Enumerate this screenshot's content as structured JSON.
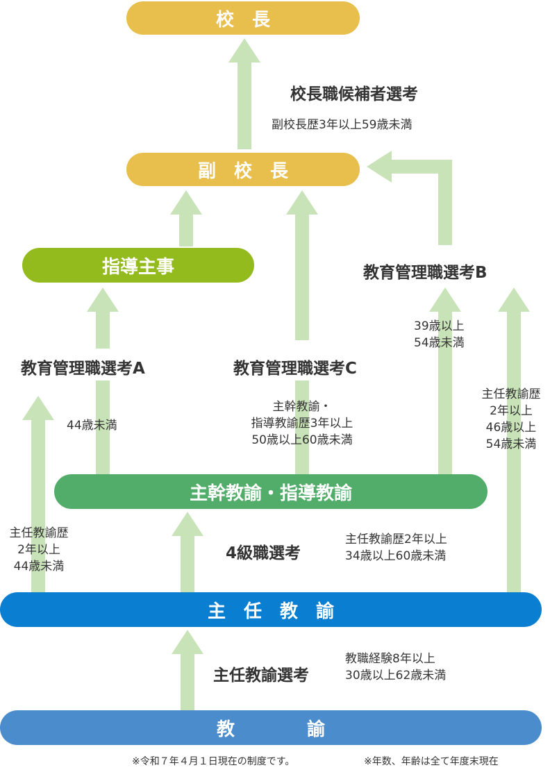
{
  "colors": {
    "arrow": "#c9e3b8",
    "gold": "#e8bf4c",
    "lime": "#94bb1e",
    "green": "#53ad6a",
    "blue_primary": "#0a7ed0",
    "blue_secondary": "#4a8ccc"
  },
  "nodes": {
    "principal": "校　長",
    "vice_principal": "副　校　長",
    "shido_shuji": "指導主事",
    "shukan_kyoyu": "主幹教諭・指導教諭",
    "shunin_kyoyu": "主　任　教　諭",
    "kyoyu": "教　　　　諭"
  },
  "exams": {
    "principal_candidate": "校長職候補者選考",
    "admin_a": "教育管理職選考A",
    "admin_b": "教育管理職選考B",
    "admin_c": "教育管理職選考C",
    "grade4": "4級職選考",
    "shunin": "主任教諭選考"
  },
  "conditions": {
    "principal": [
      "副校長歴3年以上59歳未満"
    ],
    "admin_a_from_shukan": [
      "44歳未満"
    ],
    "admin_a_from_shunin": [
      "主任教諭歴",
      "2年以上",
      "44歳未満"
    ],
    "admin_c": [
      "主幹教諭・",
      "指導教諭歴3年以上",
      "50歳以上60歳未満"
    ],
    "admin_b_from_shukan": [
      "39歳以上",
      "54歳未満"
    ],
    "admin_b_from_shunin": [
      "主任教諭歴",
      "2年以上",
      "46歳以上",
      "54歳未満"
    ],
    "grade4": [
      "主任教諭歴2年以上",
      "34歳以上60歳未満"
    ],
    "shunin": [
      "教職経験8年以上",
      "30歳以上62歳未満"
    ]
  },
  "footer": {
    "note1": "※令和７年４月１日現在の制度です。",
    "note2": "※年数、年齢は全て年度末現在"
  }
}
